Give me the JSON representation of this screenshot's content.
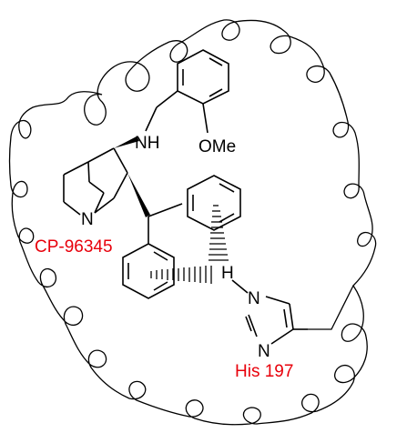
{
  "labels": {
    "ligand_name": "CP-96345",
    "residue_name": "His 197",
    "nh": "NH",
    "ome": "OMe",
    "n_quinuclidine": "N",
    "n_imidazole_top": "N",
    "n_imidazole_bottom": "N",
    "h_atom": "H"
  },
  "colors": {
    "label_red": "#e8000b",
    "bond": "#000000"
  }
}
